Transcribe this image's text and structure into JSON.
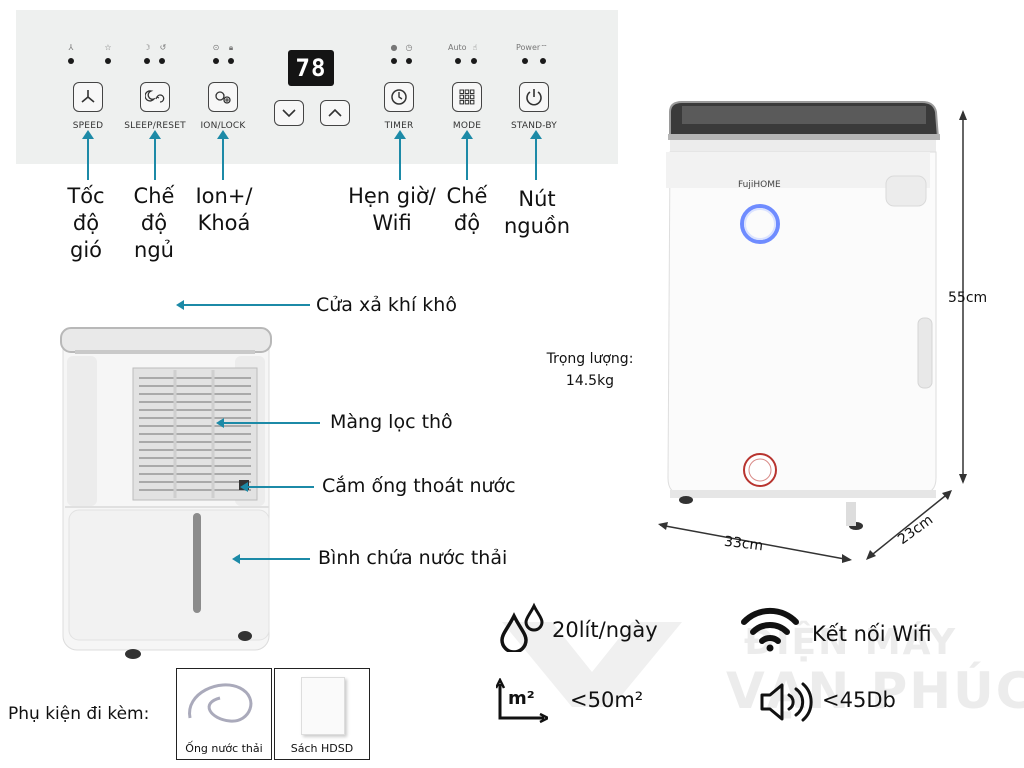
{
  "panel": {
    "display_value": "78",
    "indicators": {
      "auto": "Auto",
      "power": "Power"
    },
    "buttons": [
      {
        "label": "SPEED"
      },
      {
        "label": "SLEEP/RESET"
      },
      {
        "label": "ION/LOCK"
      },
      {
        "label": "TIMER"
      },
      {
        "label": "MODE"
      },
      {
        "label": "STAND-BY"
      }
    ]
  },
  "captions": {
    "speed": [
      "Tốc",
      "độ",
      "gió"
    ],
    "sleep": [
      "Chế",
      "độ",
      "ngủ"
    ],
    "ion": [
      "Ion+/",
      "Khoá"
    ],
    "timer": [
      "Hẹn giờ/",
      "Wifi"
    ],
    "mode": [
      "Chế",
      "độ"
    ],
    "power": [
      "Nút",
      "nguồn"
    ]
  },
  "parts": {
    "outlet": "Cửa xả khí khô",
    "filter": "Màng lọc thô",
    "drain": "Cắm ống thoát nước",
    "tank": "Bình chứa nước thải"
  },
  "device": {
    "brand": "FujiHOME",
    "weight_label": "Trọng lượng:",
    "weight_value": "14.5kg",
    "height": "55cm",
    "width": "33cm",
    "depth": "23cm"
  },
  "accessories": {
    "title": "Phụ kiện đi kèm:",
    "items": [
      "Ống nước thải",
      "Sách HDSD"
    ]
  },
  "features": {
    "capacity": "20lít/ngày",
    "wifi": "Kết nối Wifi",
    "area": "<50m²",
    "area_icon": "m²",
    "noise": "<45Db"
  },
  "watermark": {
    "line1": "ĐIỆN MÁY",
    "line2": "VẠN PHÚC"
  },
  "colors": {
    "arrow": "#1c8aa7",
    "panel_bg": "#eef0ef",
    "display_bg": "#141414"
  }
}
